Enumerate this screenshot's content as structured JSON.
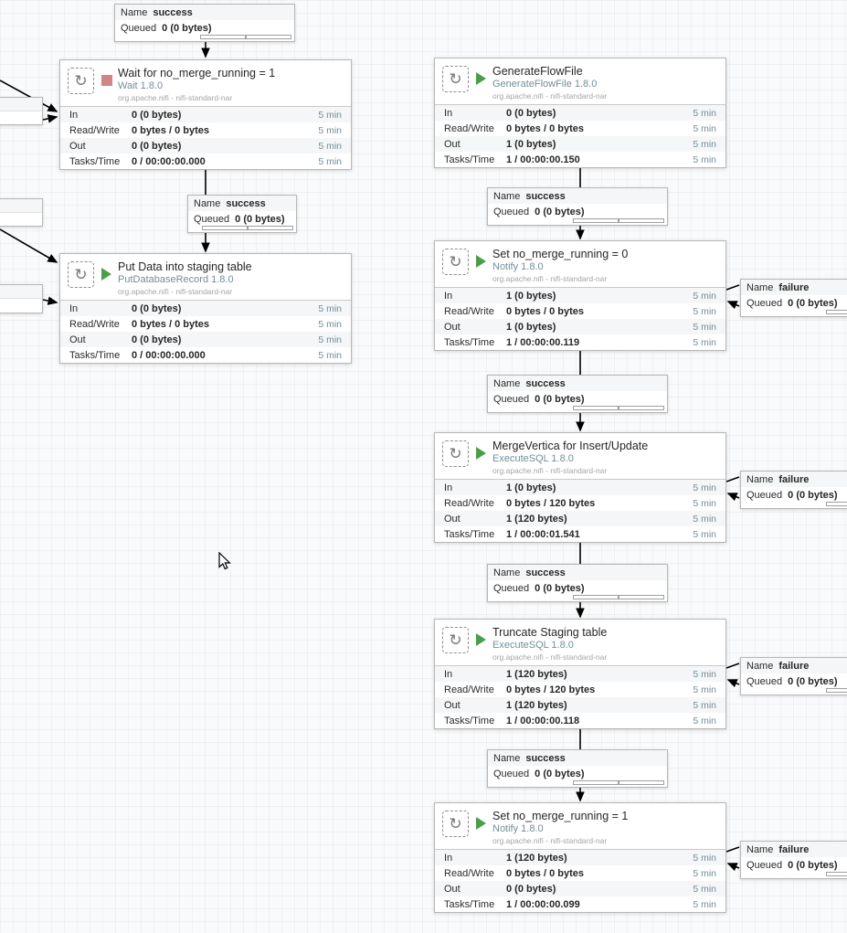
{
  "icons": {
    "processor_glyph": "↻"
  },
  "colors": {
    "running_green": "#4a9e4a",
    "stopped_red": "#d18686",
    "type_text": "#728e9b",
    "window_text": "#728e9b",
    "alt_row_bg": "#f4f6f7",
    "component_border": "#b7b7b7",
    "canvas_bg": "#f9fafb"
  },
  "processors": [
    {
      "name": "Wait for no_merge_running = 1",
      "type": "Wait 1.8.0",
      "bundle": "org.apache.nifi - nifi-standard-nar",
      "state": "stopped",
      "stats": [
        {
          "label": "In",
          "value": "0 (0 bytes)",
          "window": "5 min"
        },
        {
          "label": "Read/Write",
          "value": "0 bytes / 0 bytes",
          "window": "5 min"
        },
        {
          "label": "Out",
          "value": "0 (0 bytes)",
          "window": "5 min"
        },
        {
          "label": "Tasks/Time",
          "value": "0 / 00:00:00.000",
          "window": "5 min"
        }
      ]
    },
    {
      "name": "Put Data into staging table",
      "type": "PutDatabaseRecord 1.8.0",
      "bundle": "org.apache.nifi - nifi-standard-nar",
      "state": "running",
      "stats": [
        {
          "label": "In",
          "value": "0 (0 bytes)",
          "window": "5 min"
        },
        {
          "label": "Read/Write",
          "value": "0 bytes / 0 bytes",
          "window": "5 min"
        },
        {
          "label": "Out",
          "value": "0 (0 bytes)",
          "window": "5 min"
        },
        {
          "label": "Tasks/Time",
          "value": "0 / 00:00:00.000",
          "window": "5 min"
        }
      ]
    },
    {
      "name": "GenerateFlowFile",
      "type": "GenerateFlowFile 1.8.0",
      "bundle": "org.apache.nifi - nifi-standard-nar",
      "state": "running",
      "stats": [
        {
          "label": "In",
          "value": "0 (0 bytes)",
          "window": "5 min"
        },
        {
          "label": "Read/Write",
          "value": "0 bytes / 0 bytes",
          "window": "5 min"
        },
        {
          "label": "Out",
          "value": "1 (0 bytes)",
          "window": "5 min"
        },
        {
          "label": "Tasks/Time",
          "value": "1 / 00:00:00.150",
          "window": "5 min"
        }
      ]
    },
    {
      "name": "Set no_merge_running = 0",
      "type": "Notify 1.8.0",
      "bundle": "org.apache.nifi - nifi-standard-nar",
      "state": "running",
      "stats": [
        {
          "label": "In",
          "value": "1 (0 bytes)",
          "window": "5 min"
        },
        {
          "label": "Read/Write",
          "value": "0 bytes / 0 bytes",
          "window": "5 min"
        },
        {
          "label": "Out",
          "value": "1 (0 bytes)",
          "window": "5 min"
        },
        {
          "label": "Tasks/Time",
          "value": "1 / 00:00:00.119",
          "window": "5 min"
        }
      ]
    },
    {
      "name": "MergeVertica for Insert/Update",
      "type": "ExecuteSQL 1.8.0",
      "bundle": "org.apache.nifi - nifi-standard-nar",
      "state": "running",
      "stats": [
        {
          "label": "In",
          "value": "1 (0 bytes)",
          "window": "5 min"
        },
        {
          "label": "Read/Write",
          "value": "0 bytes / 120 bytes",
          "window": "5 min"
        },
        {
          "label": "Out",
          "value": "1 (120 bytes)",
          "window": "5 min"
        },
        {
          "label": "Tasks/Time",
          "value": "1 / 00:00:01.541",
          "window": "5 min"
        }
      ]
    },
    {
      "name": "Truncate Staging table",
      "type": "ExecuteSQL 1.8.0",
      "bundle": "org.apache.nifi - nifi-standard-nar",
      "state": "running",
      "stats": [
        {
          "label": "In",
          "value": "1 (120 bytes)",
          "window": "5 min"
        },
        {
          "label": "Read/Write",
          "value": "0 bytes / 120 bytes",
          "window": "5 min"
        },
        {
          "label": "Out",
          "value": "1 (120 bytes)",
          "window": "5 min"
        },
        {
          "label": "Tasks/Time",
          "value": "1 / 00:00:00.118",
          "window": "5 min"
        }
      ]
    },
    {
      "name": "Set no_merge_running = 1",
      "type": "Notify 1.8.0",
      "bundle": "org.apache.nifi - nifi-standard-nar",
      "state": "running",
      "stats": [
        {
          "label": "In",
          "value": "1 (120 bytes)",
          "window": "5 min"
        },
        {
          "label": "Read/Write",
          "value": "0 bytes / 0 bytes",
          "window": "5 min"
        },
        {
          "label": "Out",
          "value": "0 (0 bytes)",
          "window": "5 min"
        },
        {
          "label": "Tasks/Time",
          "value": "1 / 00:00:00.099",
          "window": "5 min"
        }
      ]
    }
  ],
  "connections": [
    {
      "name_label": "Name",
      "name": "success",
      "queued_label": "Queued",
      "queued": "0 (0 bytes)"
    },
    {
      "name_label": "Name",
      "name": "success",
      "queued_label": "Queued",
      "queued": "0 (0 bytes)"
    },
    {
      "name_label": "Name",
      "name": "success",
      "queued_label": "Queued",
      "queued": "0 (0 bytes)"
    },
    {
      "name_label": "Name",
      "name": "success",
      "queued_label": "Queued",
      "queued": "0 (0 bytes)"
    },
    {
      "name_label": "Name",
      "name": "success",
      "queued_label": "Queued",
      "queued": "0 (0 bytes)"
    },
    {
      "name_label": "Name",
      "name": "success",
      "queued_label": "Queued",
      "queued": "0 (0 bytes)"
    },
    {
      "name_label": "Name",
      "name": "failure",
      "queued_label": "Queued",
      "queued": "0 (0 bytes)"
    },
    {
      "name_label": "Name",
      "name": "failure",
      "queued_label": "Queued",
      "queued": "0 (0 bytes)"
    },
    {
      "name_label": "Name",
      "name": "failure",
      "queued_label": "Queued",
      "queued": "0 (0 bytes)"
    },
    {
      "name_label": "Name",
      "name": "failure",
      "queued_label": "Queued",
      "queued": "0 (0 bytes)"
    }
  ]
}
